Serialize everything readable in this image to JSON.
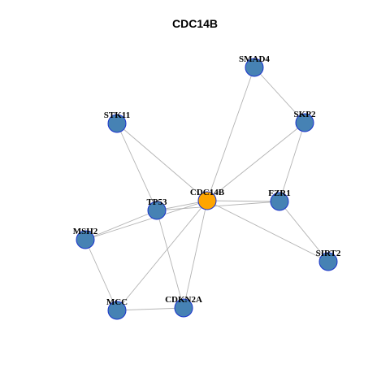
{
  "title": "CDC14B",
  "colors": {
    "node": "#4682b4",
    "center_node": "#ffa500",
    "node_border": "#1a33cc",
    "edge": "#b3b3b3"
  },
  "nodes": [
    {
      "id": "SMAD4",
      "label": "SMAD4",
      "center": false
    },
    {
      "id": "SKP2",
      "label": "SKP2",
      "center": false
    },
    {
      "id": "STK11",
      "label": "STK11",
      "center": false
    },
    {
      "id": "CDC14B",
      "label": "CDC14B",
      "center": true
    },
    {
      "id": "TP53",
      "label": "TP53",
      "center": false
    },
    {
      "id": "FZR1",
      "label": "FZR1",
      "center": false
    },
    {
      "id": "MSH2",
      "label": "MSH2",
      "center": false
    },
    {
      "id": "SIRT2",
      "label": "SIRT2",
      "center": false
    },
    {
      "id": "MCC",
      "label": "MCC",
      "center": false
    },
    {
      "id": "CDKN2A",
      "label": "CDKN2A",
      "center": false
    }
  ],
  "edges": [
    [
      "SMAD4",
      "SKP2"
    ],
    [
      "SMAD4",
      "CDC14B"
    ],
    [
      "SKP2",
      "CDC14B"
    ],
    [
      "SKP2",
      "FZR1"
    ],
    [
      "STK11",
      "CDC14B"
    ],
    [
      "STK11",
      "TP53"
    ],
    [
      "CDC14B",
      "TP53"
    ],
    [
      "CDC14B",
      "FZR1"
    ],
    [
      "CDC14B",
      "MSH2"
    ],
    [
      "CDC14B",
      "SIRT2"
    ],
    [
      "CDC14B",
      "MCC"
    ],
    [
      "CDC14B",
      "CDKN2A"
    ],
    [
      "TP53",
      "FZR1"
    ],
    [
      "TP53",
      "MSH2"
    ],
    [
      "TP53",
      "CDKN2A"
    ],
    [
      "FZR1",
      "SIRT2"
    ],
    [
      "MSH2",
      "MCC"
    ],
    [
      "MCC",
      "CDKN2A"
    ]
  ]
}
